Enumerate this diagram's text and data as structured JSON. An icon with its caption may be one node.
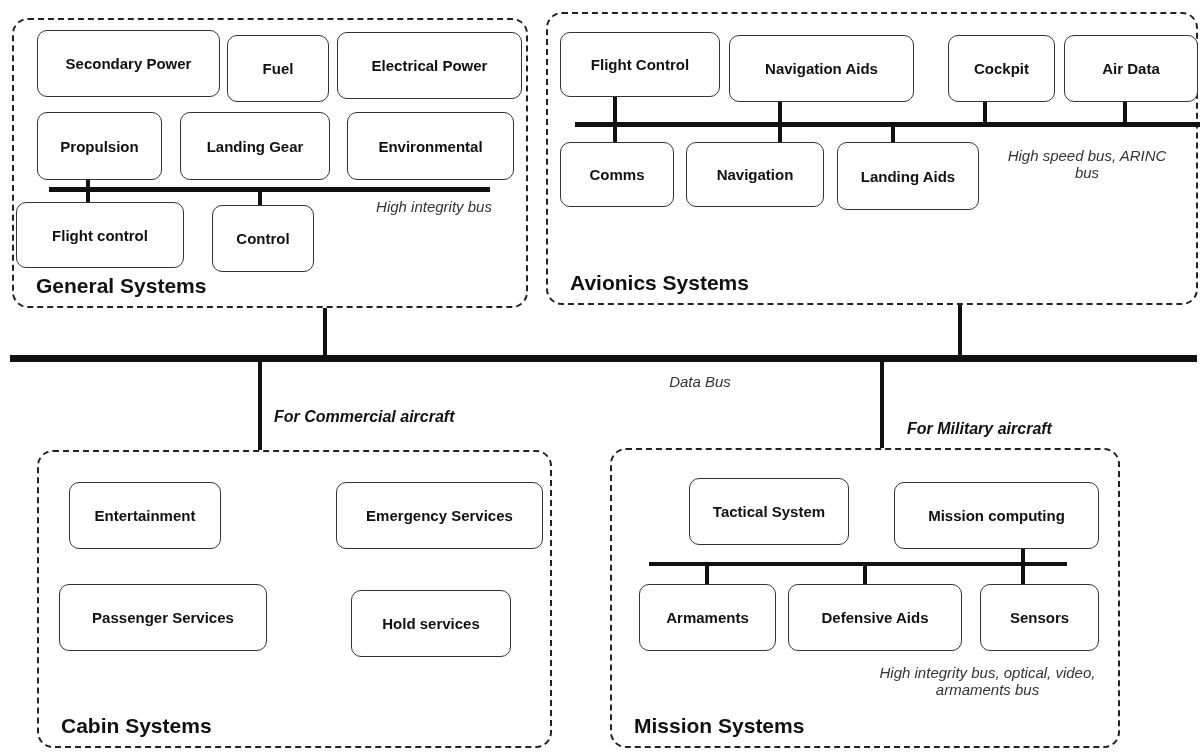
{
  "diagram": {
    "nodes": [
      {
        "text": [
          "General Systems"
        ]
      },
      {
        "text": [
          "Secondary Power"
        ],
        "in": 0
      },
      {
        "text": [
          "Fuel"
        ],
        "in": 0
      },
      {
        "text": [
          "Electrical Power"
        ],
        "in": 0
      },
      {
        "text": [
          "Propulsion"
        ],
        "in": 0
      },
      {
        "text": [
          "Landing Gear"
        ],
        "in": 0
      },
      {
        "text": [
          "Environmental"
        ],
        "in": 0
      },
      {
        "text": [],
        "shape": "bar",
        "in": 0,
        "beside": [
          "High integrity bus"
        ]
      },
      {
        "text": [
          "Flight control"
        ],
        "in": 0
      },
      {
        "text": [
          "Control"
        ],
        "in": 0
      },
      {
        "text": [
          "Avionics Systems"
        ]
      },
      {
        "text": [
          "Flight Control"
        ],
        "in": 10
      },
      {
        "text": [
          "Navigation Aids"
        ],
        "in": 10
      },
      {
        "text": [
          "Cockpit"
        ],
        "in": 10
      },
      {
        "text": [
          "Air Data"
        ],
        "in": 10
      },
      {
        "text": [],
        "shape": "bar",
        "in": 10,
        "beside": [
          "High speed bus, ARINC bus"
        ]
      },
      {
        "text": [
          "Comms"
        ],
        "in": 10
      },
      {
        "text": [
          "Navigation"
        ],
        "in": 10
      },
      {
        "text": [
          "Landing Aids"
        ],
        "in": 10
      },
      {
        "text": [],
        "shape": "bar",
        "beside": [
          "Data Bus"
        ]
      },
      {
        "text": [
          "Cabin Systems"
        ]
      },
      {
        "text": [
          "Entertainment"
        ],
        "in": 20
      },
      {
        "text": [
          "Emergency Services"
        ],
        "in": 20
      },
      {
        "text": [
          "Passenger Services"
        ],
        "in": 20
      },
      {
        "text": [
          "Hold services"
        ],
        "in": 20
      },
      {
        "text": [
          "Mission Systems"
        ]
      },
      {
        "text": [
          "Tactical System"
        ],
        "in": 25
      },
      {
        "text": [
          "Mission computing"
        ],
        "in": 25
      },
      {
        "text": [],
        "shape": "bar",
        "in": 25
      },
      {
        "text": [
          "Armaments"
        ],
        "in": 25
      },
      {
        "text": [
          "Defensive Aids"
        ],
        "in": 25
      },
      {
        "text": [
          "Sensors"
        ],
        "in": 25
      }
    ],
    "edges": [
      {
        "from": 4,
        "to": 7,
        "arrow": "none"
      },
      {
        "from": 7,
        "to": 8,
        "arrow": "none"
      },
      {
        "from": 7,
        "to": 9,
        "arrow": "none"
      },
      {
        "from": 11,
        "to": 15,
        "arrow": "none"
      },
      {
        "from": 15,
        "to": 16,
        "arrow": "none"
      },
      {
        "from": 12,
        "to": 15,
        "arrow": "none"
      },
      {
        "from": 15,
        "to": 17,
        "arrow": "none"
      },
      {
        "from": 15,
        "to": 18,
        "arrow": "none"
      },
      {
        "from": 13,
        "to": 15,
        "arrow": "none"
      },
      {
        "from": 14,
        "to": 15,
        "arrow": "none"
      },
      {
        "from": 0,
        "to": 19,
        "arrow": "none"
      },
      {
        "from": 10,
        "to": 19,
        "arrow": "none"
      },
      {
        "from": 19,
        "to": 20,
        "arrow": "none",
        "label": "For Commercial aircraft"
      },
      {
        "from": 19,
        "to": 25,
        "arrow": "none",
        "label": "For Military aircraft"
      },
      {
        "from": 27,
        "to": 28,
        "arrow": "none"
      },
      {
        "from": 28,
        "to": 29,
        "arrow": "none"
      },
      {
        "from": 28,
        "to": 30,
        "arrow": "none"
      },
      {
        "from": 28,
        "to": 31,
        "arrow": "none"
      }
    ],
    "labels": [
      "High integrity bus, optical, video, armaments bus"
    ]
  }
}
